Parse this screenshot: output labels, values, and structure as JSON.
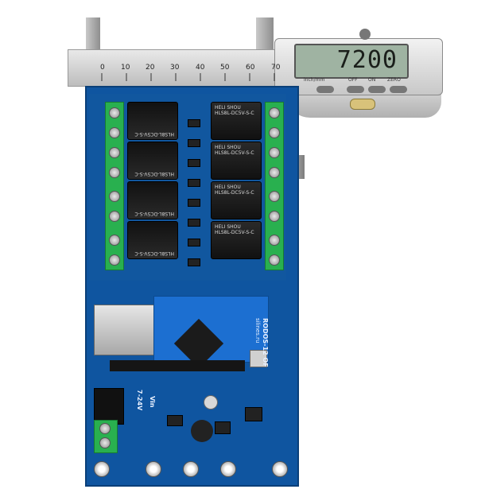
{
  "caliper": {
    "display_value": "7200",
    "scale_ticks": [
      "0",
      "10",
      "20",
      "30",
      "40",
      "50",
      "60",
      "70"
    ],
    "button_labels": [
      "inch/mm",
      "OFF",
      "ON",
      "ZERO"
    ]
  },
  "board": {
    "relay_marking": "HLS8L-DC5V-S-C",
    "relay_brand": "HELI SHOU",
    "silkscreen_model": "RODOS-12 OF",
    "silkscreen_site": "silines.ru",
    "voltage_label": "7-24V",
    "vin_label": "Vin"
  }
}
